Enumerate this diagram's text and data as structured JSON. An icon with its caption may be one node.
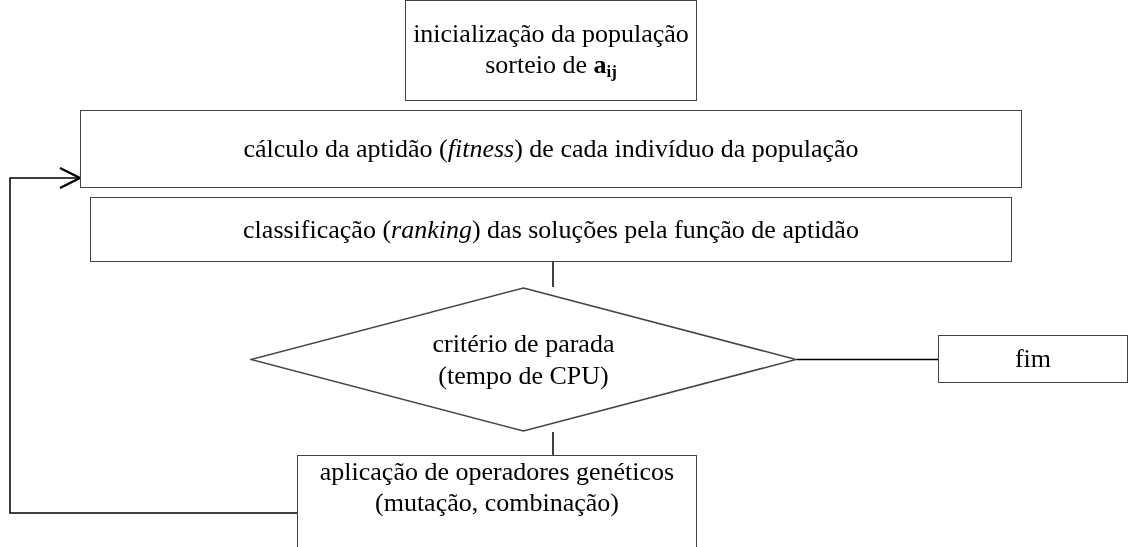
{
  "diagram": {
    "nodes": [
      {
        "text": [
          "inicialização da população",
          "sorteio de **a**$_{ij}$"
        ]
      },
      {
        "text": [
          "cálculo da aptidão (*fitness*) de cada indivíduo da população"
        ]
      },
      {
        "text": [
          "classificação (*ranking*) das soluções pela função de aptidão"
        ]
      },
      {
        "text": [
          "critério de parada (tempo de CPU)"
        ]
      },
      {
        "text": [
          "fim"
        ]
      },
      {
        "text": [
          "aplicação de operadores genéticos (mutação, combinação)"
        ]
      }
    ],
    "edges": [
      {
        "from": 2,
        "to": 3,
        "arrow": "none"
      },
      {
        "from": 3,
        "to": 4,
        "arrow": "none"
      },
      {
        "from": 3,
        "to": 5,
        "arrow": "none"
      },
      {
        "from": 5,
        "to": 1,
        "arrow": "to"
      }
    ]
  }
}
